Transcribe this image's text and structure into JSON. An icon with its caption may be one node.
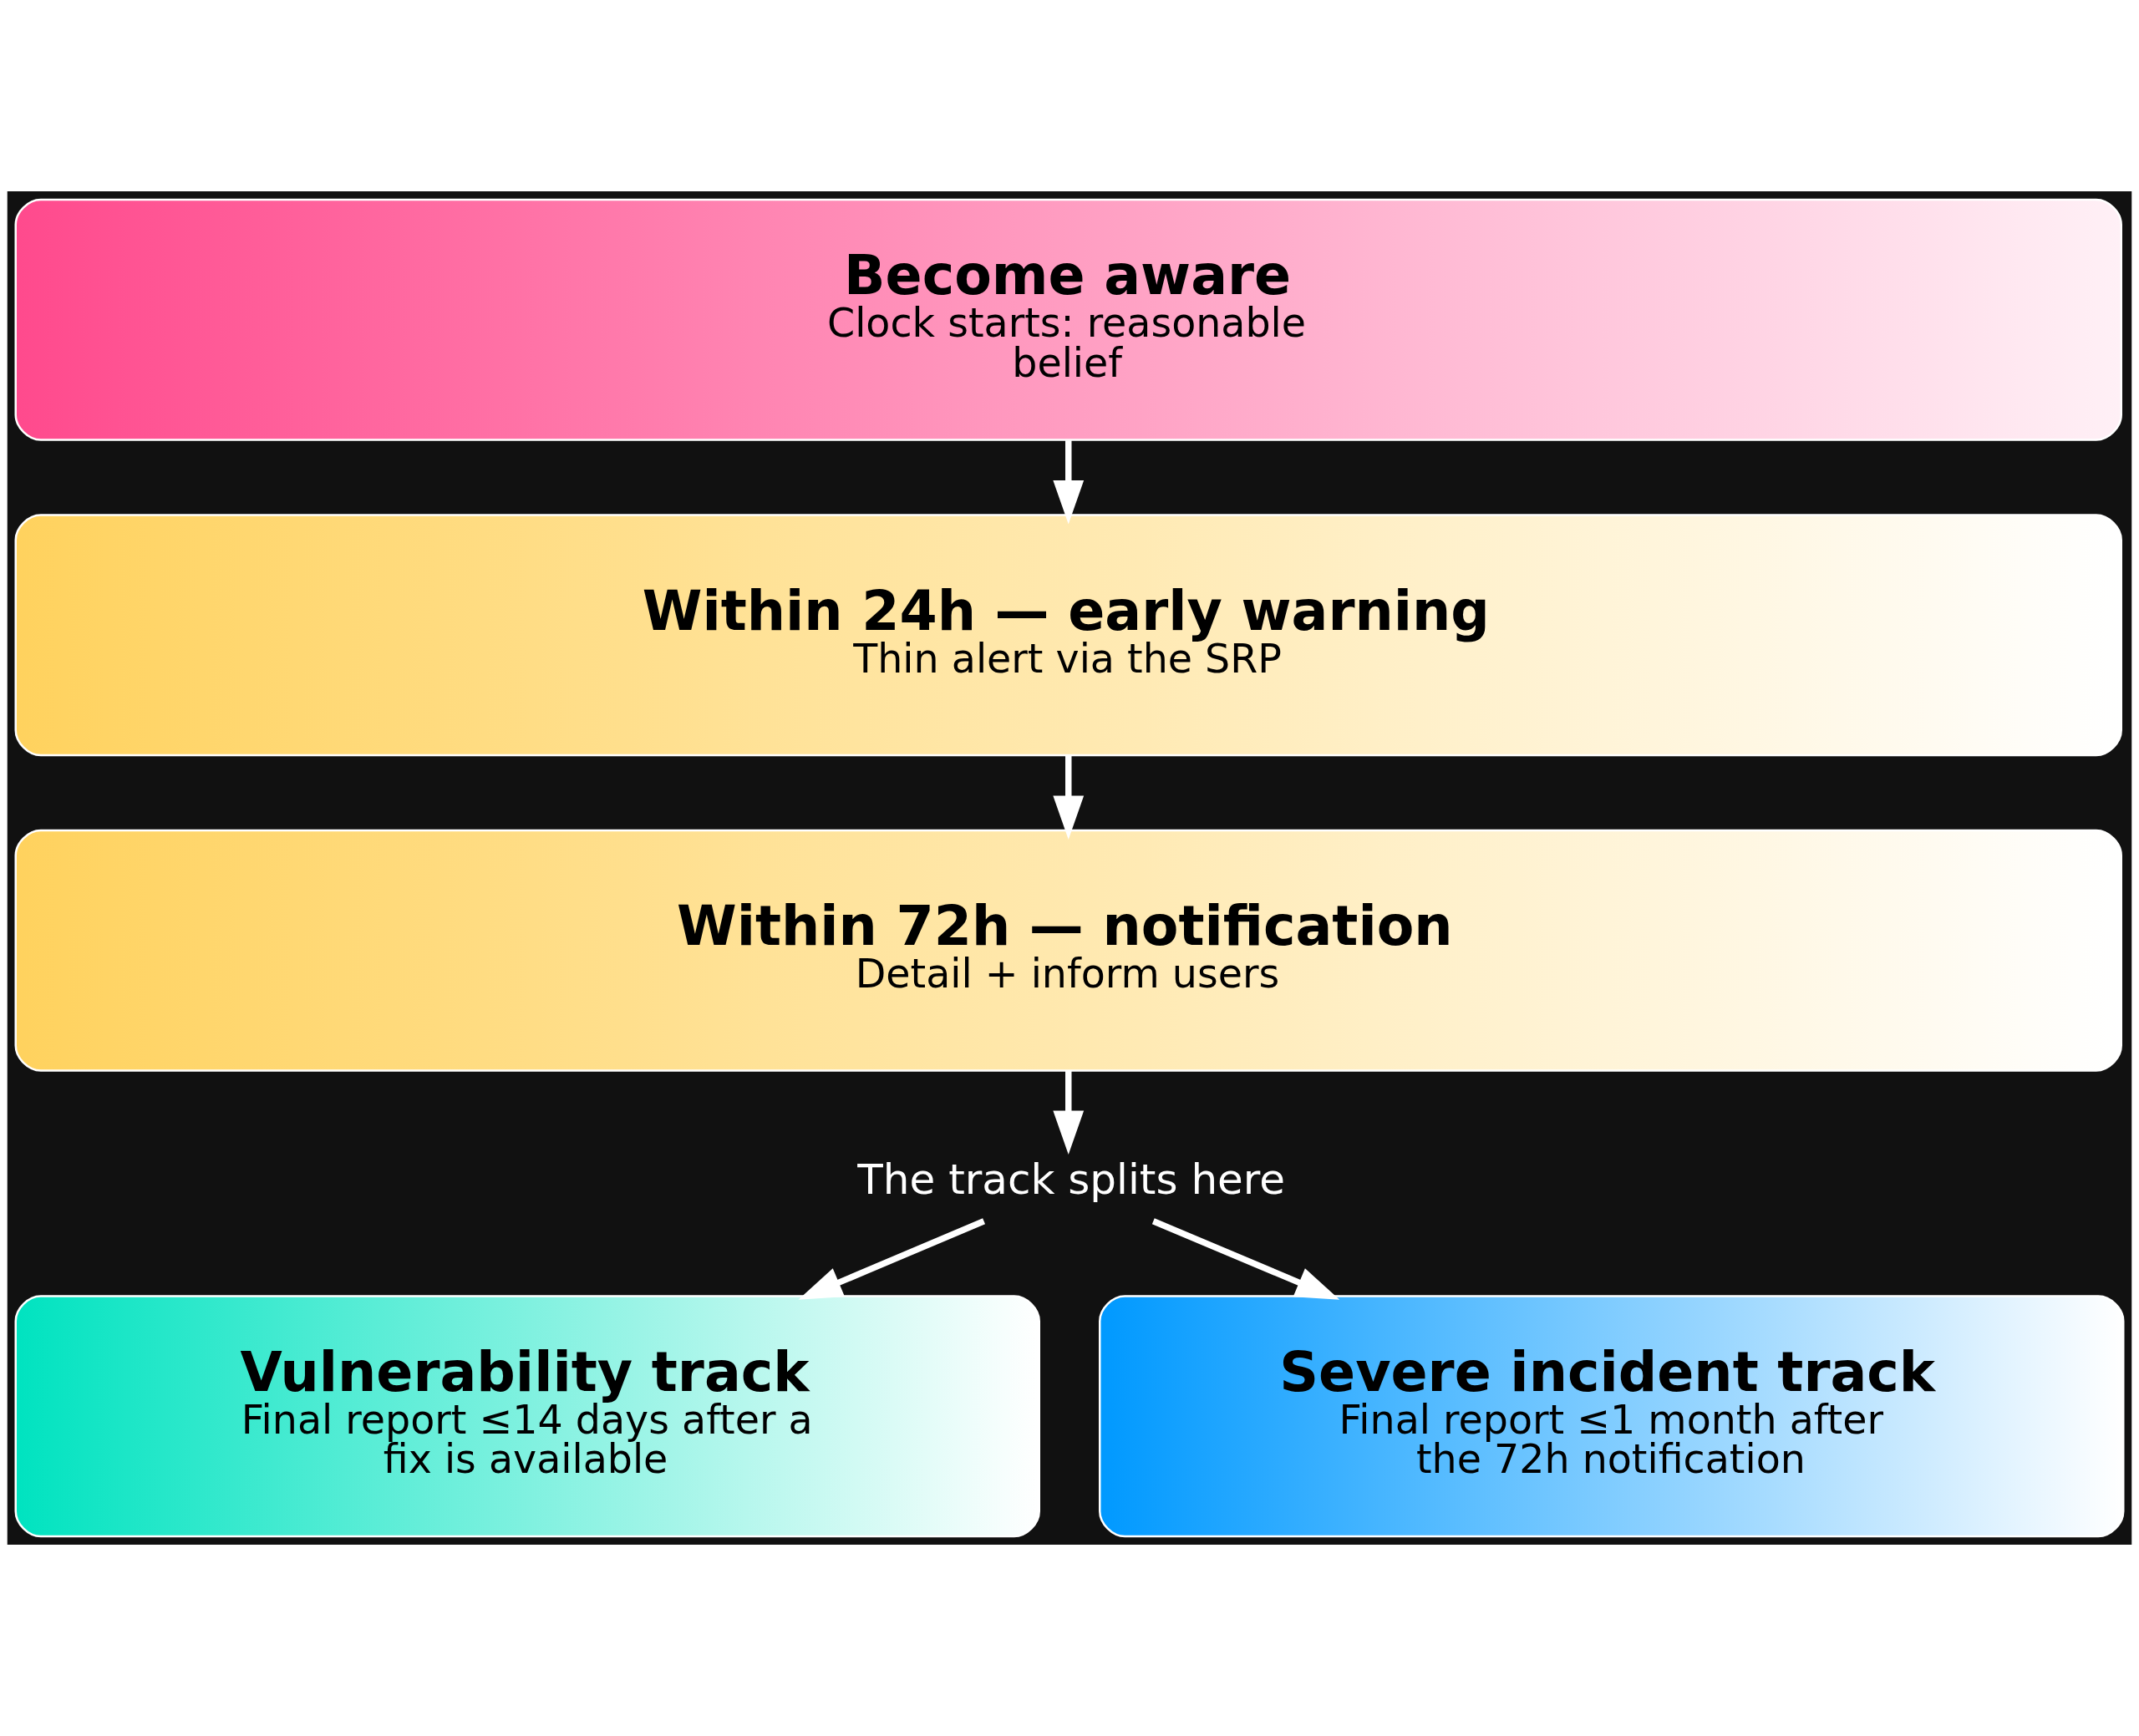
{
  "diagram": {
    "nodes": [
      {
        "text": [
          "Become aware",
          "Clock starts: reasonable belief"
        ]
      },
      {
        "text": [
          "Within 24h — early warning",
          "Thin alert via the SRP"
        ]
      },
      {
        "text": [
          "Within 72h — notification",
          "Detail + inform users"
        ]
      },
      {
        "text": [
          "The track splits here"
        ]
      },
      {
        "text": [
          "Vulnerability track",
          "Final report ≤14 days after a fix is available"
        ]
      },
      {
        "text": [
          "Severe incident track",
          "Final report ≤1 month after the 72h notification"
        ]
      }
    ],
    "edges": [
      {
        "from": 0,
        "to": 1,
        "arrow": "to"
      },
      {
        "from": 1,
        "to": 2,
        "arrow": "to"
      },
      {
        "from": 2,
        "to": 3,
        "arrow": "to"
      },
      {
        "from": 3,
        "to": 4,
        "arrow": "to"
      },
      {
        "from": 3,
        "to": 5,
        "arrow": "to"
      }
    ]
  }
}
